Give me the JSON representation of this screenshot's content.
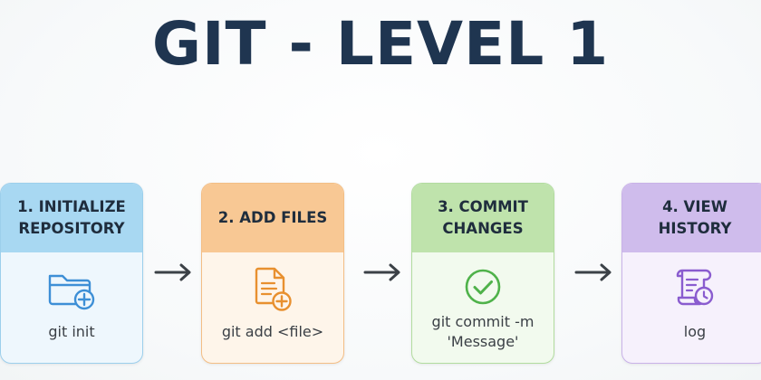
{
  "title": "GIT - LEVEL 1",
  "colors": {
    "title": "#1f3550",
    "step1": "#a8d8f2",
    "step2": "#f8c894",
    "step3": "#bfe3ac",
    "step4": "#cfbcec",
    "arrow": "#3b4147"
  },
  "steps": [
    {
      "heading": "1. INITIALIZE\nREPOSITORY",
      "command": "git init",
      "icon": "folder-plus-icon"
    },
    {
      "heading": "2. ADD FILES",
      "command": "git add <file>",
      "icon": "file-plus-icon"
    },
    {
      "heading": "3. COMMIT\nCHANGES",
      "command": "git commit -m\n'Message'",
      "icon": "check-circle-icon"
    },
    {
      "heading": "4. VIEW\nHISTORY",
      "command": "log",
      "icon": "scroll-clock-icon"
    }
  ]
}
